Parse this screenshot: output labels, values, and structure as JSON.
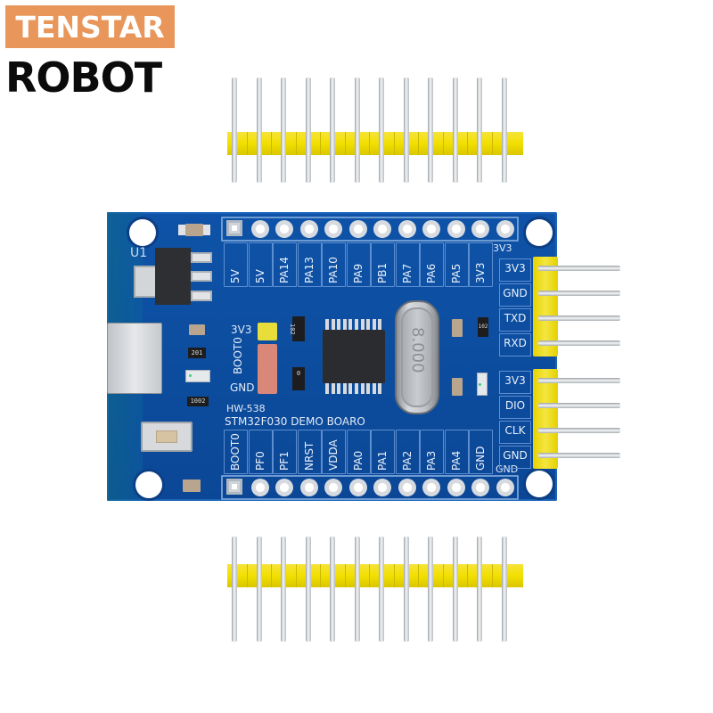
{
  "brand": {
    "top_label": "TENSTAR",
    "bottom_label": "ROBOT",
    "top_bg_color": "#e8965a",
    "top_text_color": "#ffffff",
    "bottom_text_color": "#0b0b0b"
  },
  "product": {
    "board_name": "STM32F030 DEMO BOARO",
    "model": "HW-538",
    "regulator_label": "U1",
    "crystal_marking": "8.000",
    "pcb_color": "#0d4fa3",
    "header_color": "#f2e000"
  },
  "top_row": {
    "pin_count": 12,
    "labels": [
      "5V",
      "5V",
      "PA14",
      "PA13",
      "PA10",
      "PA9",
      "PB1",
      "PA7",
      "PA6",
      "PA5",
      "3V3"
    ],
    "corner_label": "3V3"
  },
  "bottom_row": {
    "pin_count": 12,
    "labels": [
      "BOOT0",
      "PF0",
      "PF1",
      "NRST",
      "VDDA",
      "PA0",
      "PA1",
      "PA2",
      "PA3",
      "PA4",
      "GND"
    ],
    "corner_label": "GND"
  },
  "uart_header": {
    "labels": [
      "3V3",
      "GND",
      "TXD",
      "RXD"
    ]
  },
  "swd_header": {
    "labels": [
      "3V3",
      "DIO",
      "CLK",
      "GND"
    ]
  },
  "boot_jumper": {
    "top_label": "3V3",
    "side_label": "BOOT0",
    "bottom_label": "GND"
  },
  "resistor_markings": {
    "r1": "102",
    "r2": "0",
    "r3": "201",
    "r4": "1002",
    "r5": "102"
  },
  "loose_headers": {
    "top_pin_count": 12,
    "bottom_pin_count": 12
  }
}
